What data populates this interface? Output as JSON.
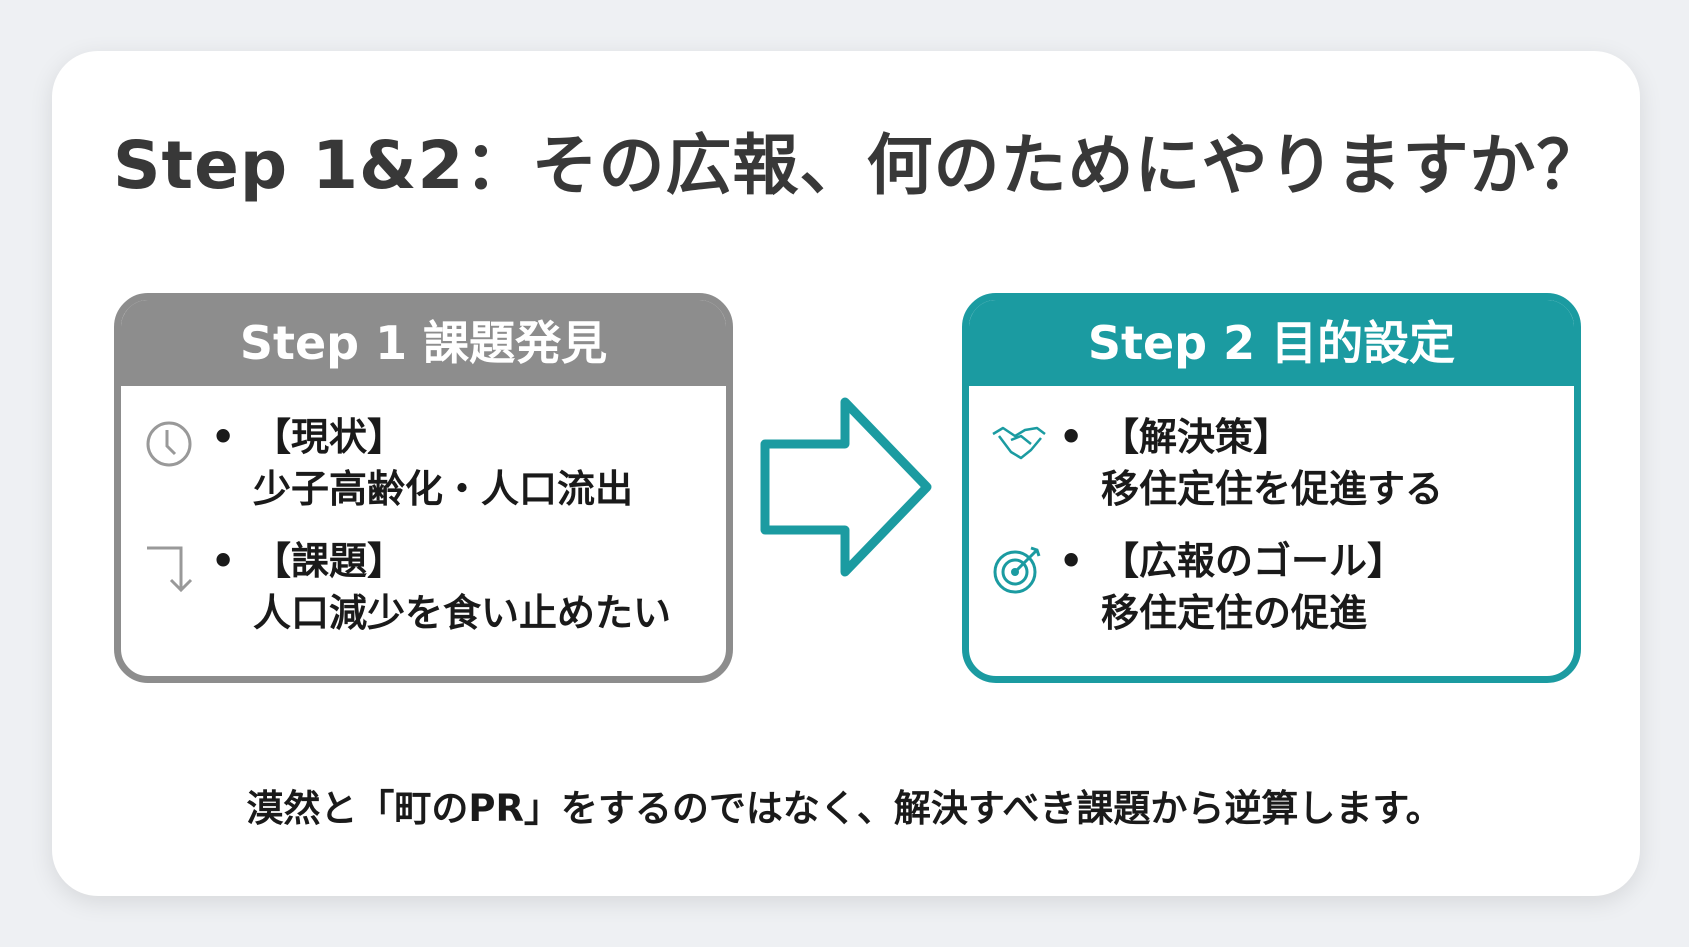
{
  "title": "Step 1&2：その広報、何のためにやりますか？",
  "step1": {
    "header": "Step 1  課題発見",
    "items": [
      {
        "icon": "clock-icon",
        "label": "【現状】",
        "text": "少子高齢化・人口流出"
      },
      {
        "icon": "turn-down-arrow-icon",
        "label": "【課題】",
        "text": "人口減少を食い止めたい"
      }
    ]
  },
  "step2": {
    "header": "Step 2  目的設定",
    "items": [
      {
        "icon": "handshake-icon",
        "label": "【解決策】",
        "text": "移住定住を促進する"
      },
      {
        "icon": "target-icon",
        "label": "【広報のゴール】",
        "text": "移住定住の促進"
      }
    ]
  },
  "bullet": "•",
  "footer": "漠然と「町のPR」をするのではなく、解決すべき課題から逆算します。",
  "colors": {
    "step1": "#8d8d8d",
    "step2": "#1b9ba1",
    "title": "#383838"
  }
}
